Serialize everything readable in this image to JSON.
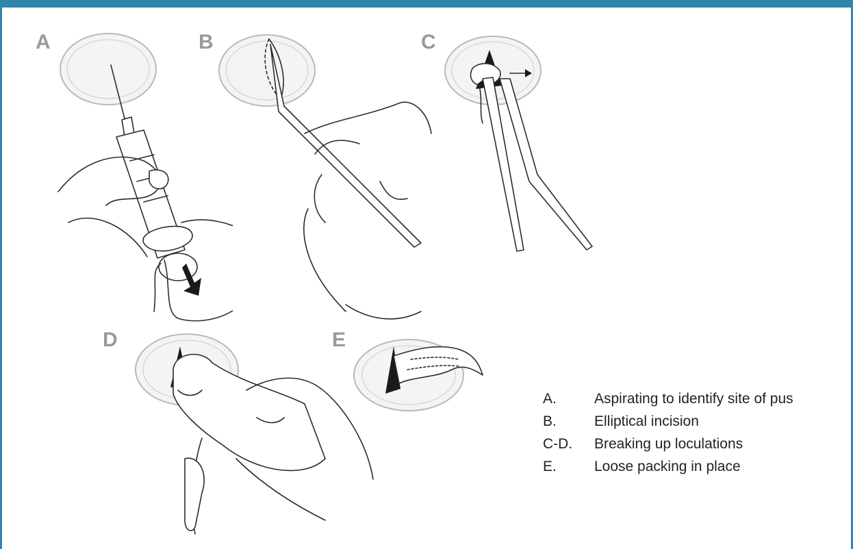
{
  "panels": [
    {
      "id": "A",
      "letter": "A",
      "illustration": "syringe-aspiration"
    },
    {
      "id": "B",
      "letter": "B",
      "illustration": "scalpel-elliptical-incision"
    },
    {
      "id": "C",
      "letter": "C",
      "illustration": "forceps-spreading"
    },
    {
      "id": "D",
      "letter": "D",
      "illustration": "finger-breaking-loculations"
    },
    {
      "id": "E",
      "letter": "E",
      "illustration": "packing-strip"
    }
  ],
  "legend": [
    {
      "key": "A.",
      "text": "Aspirating to identify site of pus"
    },
    {
      "key": "B.",
      "text": "Elliptical incision"
    },
    {
      "key": "C-D.",
      "text": "Breaking up loculations"
    },
    {
      "key": "E.",
      "text": "Loose packing in place"
    }
  ],
  "colors": {
    "frame": "#2f86ad",
    "letters": "#9a9a9a",
    "ink": "#2b2b2b"
  }
}
